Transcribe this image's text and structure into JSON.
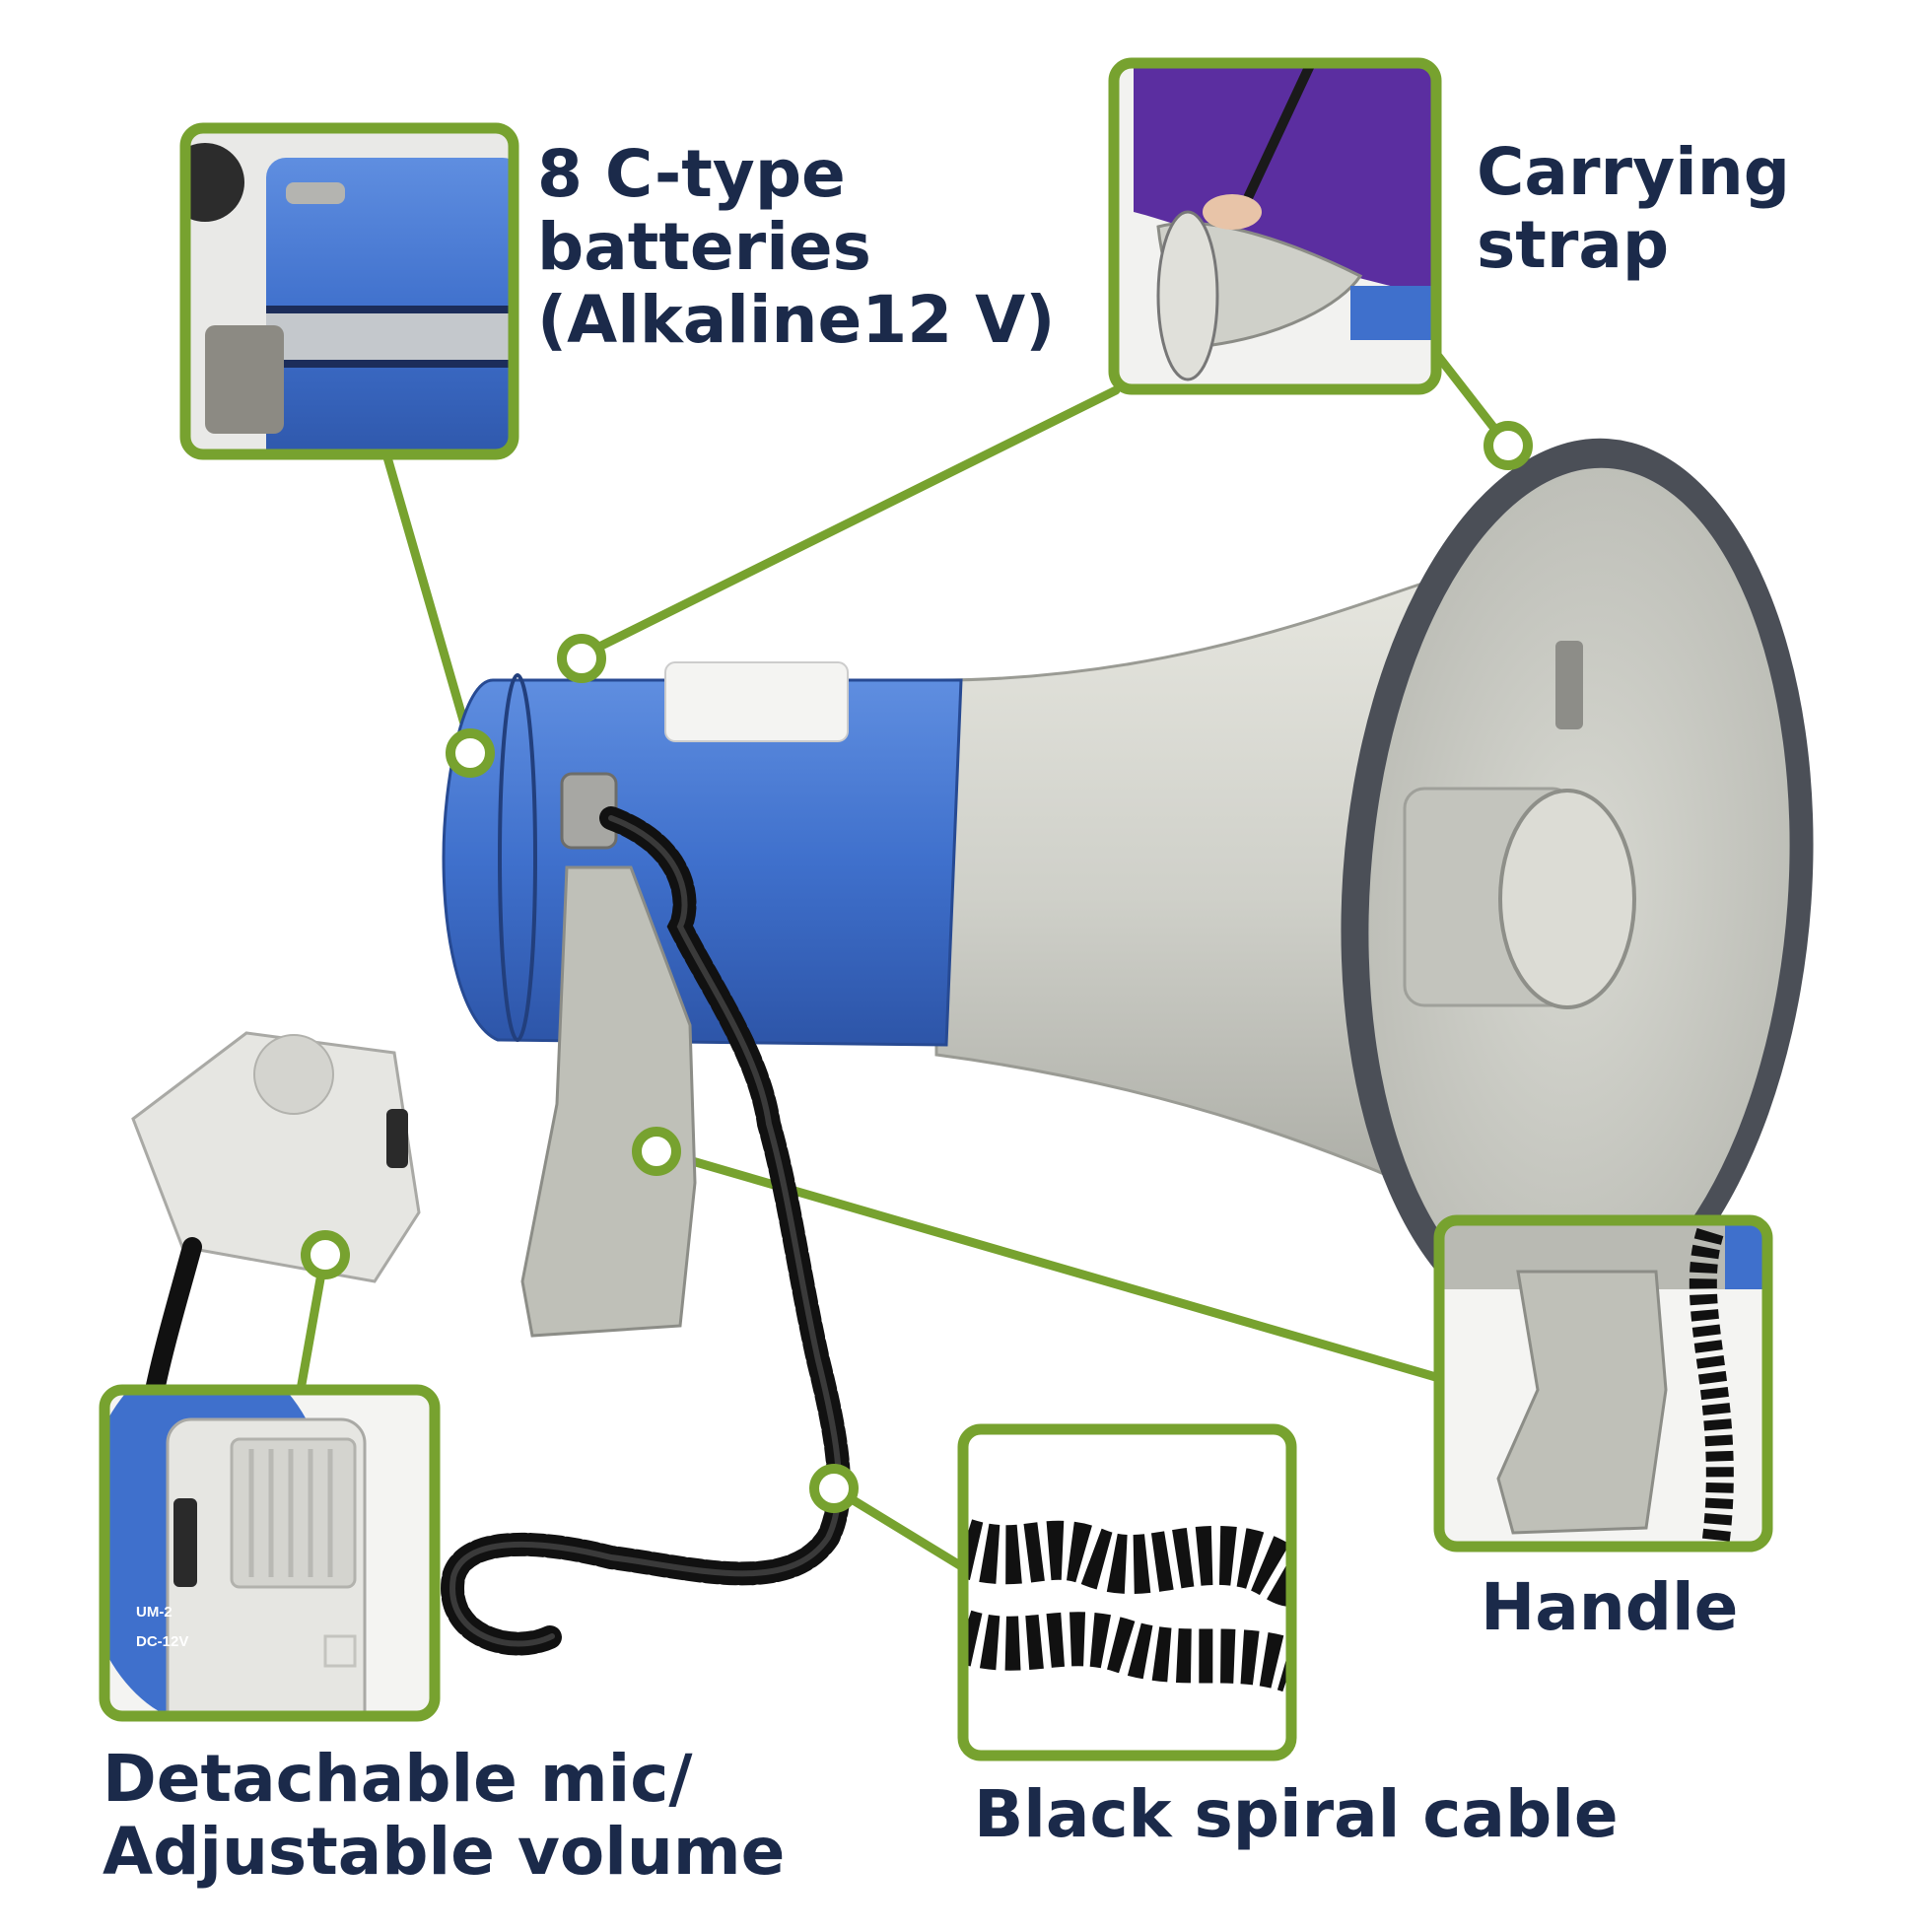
{
  "accent_color": "#77a22f",
  "text_color": "#1b2a4a",
  "product": "megaphone",
  "callouts": {
    "batteries": {
      "icon": "battery-compartment-photo",
      "lines": [
        "8 C-type",
        "batteries",
        "(Alkaline12 V)"
      ]
    },
    "strap": {
      "icon": "carrying-strap-photo",
      "lines": [
        "Carrying",
        "strap"
      ]
    },
    "handle": {
      "icon": "handle-photo",
      "lines": [
        "Handle"
      ]
    },
    "cable": {
      "icon": "spiral-cable-photo",
      "lines": [
        "Black spiral cable"
      ]
    },
    "mic": {
      "icon": "microphone-photo",
      "lines": [
        "Detachable mic/",
        "Adjustable volume"
      ],
      "mic_text": [
        "UM-2",
        "DC-12V"
      ]
    }
  }
}
